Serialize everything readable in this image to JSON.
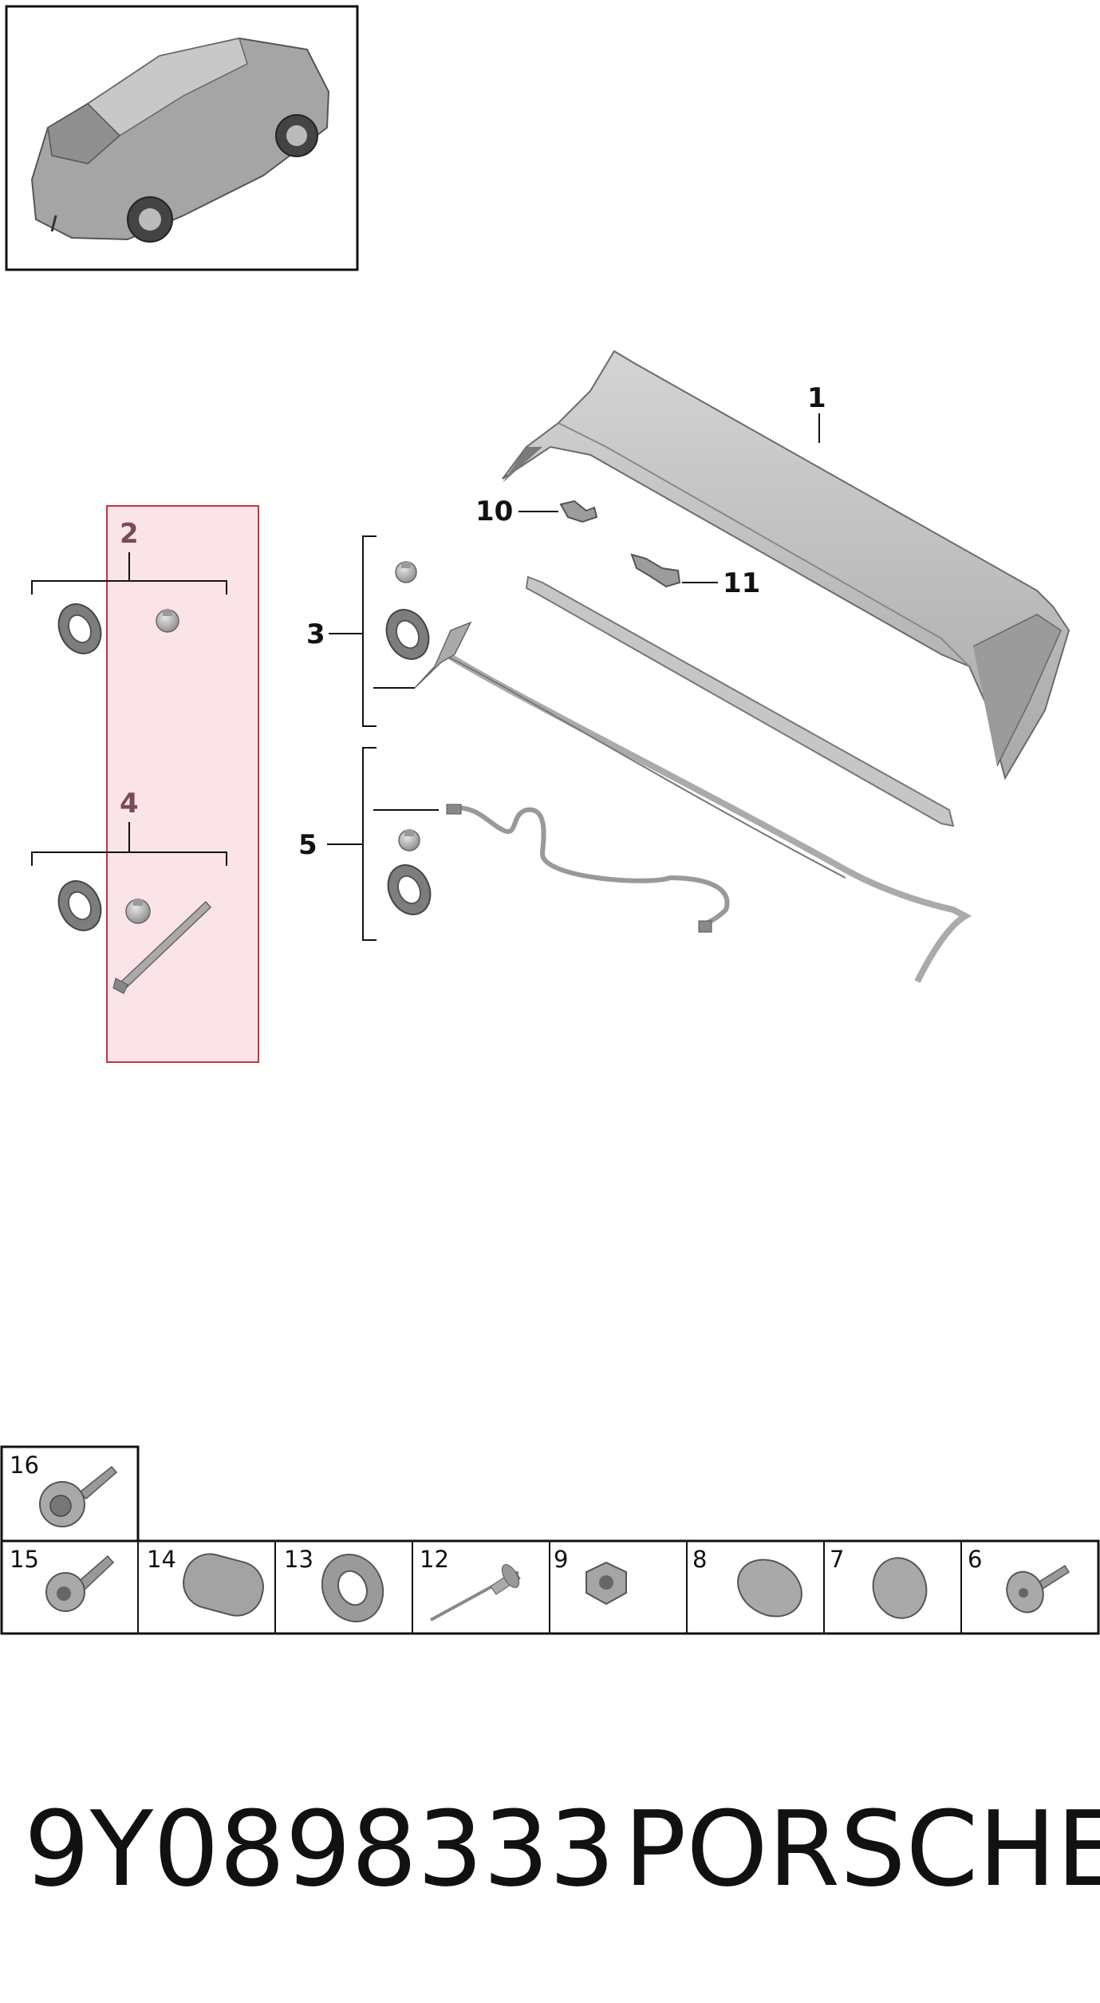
{
  "colors": {
    "highlight_fill": "#fbe4e8",
    "highlight_stroke": "#cc3340",
    "line": "#111111",
    "part_gray": "#bdbdbd"
  },
  "callouts": {
    "c1": "1",
    "c2": "2",
    "c3": "3",
    "c4": "4",
    "c5": "5",
    "c10": "10",
    "c11": "11"
  },
  "fastener_table": {
    "top_row": [
      {
        "number": "16",
        "icon": "bolt-with-washer-icon"
      }
    ],
    "bottom_row": [
      {
        "number": "15",
        "icon": "torx-bolt-icon"
      },
      {
        "number": "14",
        "icon": "oval-plug-icon"
      },
      {
        "number": "13",
        "icon": "grommet-icon"
      },
      {
        "number": "12",
        "icon": "blind-rivet-icon"
      },
      {
        "number": "9",
        "icon": "hex-nut-icon"
      },
      {
        "number": "8",
        "icon": "oval-cap-icon"
      },
      {
        "number": "7",
        "icon": "round-cap-icon"
      },
      {
        "number": "6",
        "icon": "expanding-rivet-icon"
      }
    ]
  },
  "footer": {
    "part_number": "9Y0898333",
    "brand": "PORSCHE"
  }
}
